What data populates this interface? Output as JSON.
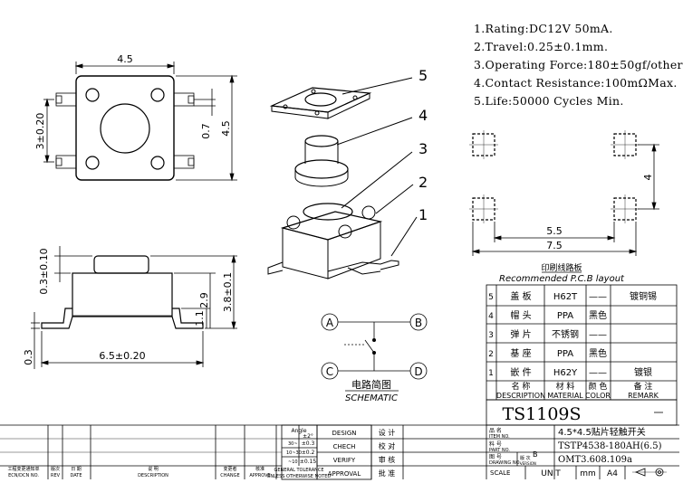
{
  "specs": [
    "1.Rating:DC12V 50mA.",
    "2.Travel:0.25±0.1mm.",
    "3.Operating Force:180±50gf/other",
    "4.Contact Resistance:100mΩMax.",
    "5.Life:50000 Cycles Min."
  ],
  "top_view": {
    "width_dim": "4.5",
    "pin_pitch_dim": "3±0.20",
    "inner_dim": "0.7",
    "height_dim": "4.5"
  },
  "side_view": {
    "top_dim": "0.3±0.10",
    "body_h1": "2.9",
    "total_h": "3.8±0.1",
    "base_h": "1.1",
    "base_w": "6.5±0.20",
    "pin_t": "0.3"
  },
  "explode_labels": [
    "5",
    "4",
    "3",
    "2",
    "1"
  ],
  "schematic": {
    "cn": "电路简图",
    "en": "SCHEMATIC",
    "nodes": [
      "A",
      "B",
      "C",
      "D"
    ]
  },
  "pcb": {
    "dim_4": "4",
    "dim_5_5": "5.5",
    "dim_7_5": "7.5",
    "cn": "印刷线路板",
    "en": "Recommended P.C.B layout"
  },
  "bom": {
    "rows": [
      {
        "no": "5",
        "name": "盖  板",
        "code": "H62T",
        "color": "——",
        "remark": "镀铜锡"
      },
      {
        "no": "4",
        "name": "帽  头",
        "code": "PPA",
        "color": "黑色",
        "remark": ""
      },
      {
        "no": "3",
        "name": "弹  片",
        "code": "不锈钢",
        "color": "——",
        "remark": ""
      },
      {
        "no": "2",
        "name": "基  座",
        "code": "PPA",
        "color": "黑色",
        "remark": ""
      },
      {
        "no": "1",
        "name": "嵌  件",
        "code": "H62Y",
        "color": "——",
        "remark": "镀银"
      }
    ],
    "headers": [
      {
        "cn": "名  称",
        "en": "DESCRIPTION"
      },
      {
        "cn": "材  料",
        "en": "MATERIAL"
      },
      {
        "cn": "颜  色",
        "en": "COLOR"
      },
      {
        "cn": "备  注",
        "en": "REMARK"
      }
    ]
  },
  "title": {
    "model": "TS1109S",
    "desc": "4.5*4.5贴片轻触开关",
    "item_no": "TSTP4538-180AH(6.5)",
    "drawing_no": "OMT3.608.109a",
    "version": "B",
    "unit_label": "UNIT",
    "unit": "mm",
    "paper": "A4",
    "scale_label": "SCALE"
  },
  "tolerance": {
    "angle_label": "Angle",
    "angle_val": "±2°",
    "rows": [
      {
        "range": "30~",
        "val": "±0.3"
      },
      {
        "range": "10~30",
        "val": "±0.2"
      },
      {
        "range": "~10",
        "val": "±0.15"
      }
    ],
    "general_1": "GENERAL TOLERANCE",
    "general_2": "UNLESS OTHERWISE NOTED"
  },
  "approvals": [
    {
      "en": "DESIGN",
      "cn": "设 计"
    },
    {
      "en": "CHECH",
      "cn": "校 对"
    },
    {
      "en": "VERIFY",
      "cn": "审 核"
    },
    {
      "en": "APPROVAL",
      "cn": "批 准"
    }
  ],
  "revision_cols": [
    {
      "cn": "工程变更通知单",
      "en": "ECN/DCN NO."
    },
    {
      "cn": "版次",
      "en": "REV"
    },
    {
      "cn": "日 期",
      "en": "DATE"
    },
    {
      "cn": "说 明",
      "en": "DESCRIPTION"
    },
    {
      "cn": "变更者",
      "en": "CHANGE"
    },
    {
      "cn": "核准",
      "en": "APPROVE"
    },
    {
      "cn": "未注公差",
      "en": ""
    }
  ],
  "title_labels": {
    "name": "品 名",
    "name_en": "ITEM NO.",
    "part": "料 号",
    "part_en": "PART NO.",
    "drawing": "图 号",
    "drawing_en": "DRAWING NO.",
    "ver": "版 次",
    "ver_en": "VERSION"
  }
}
